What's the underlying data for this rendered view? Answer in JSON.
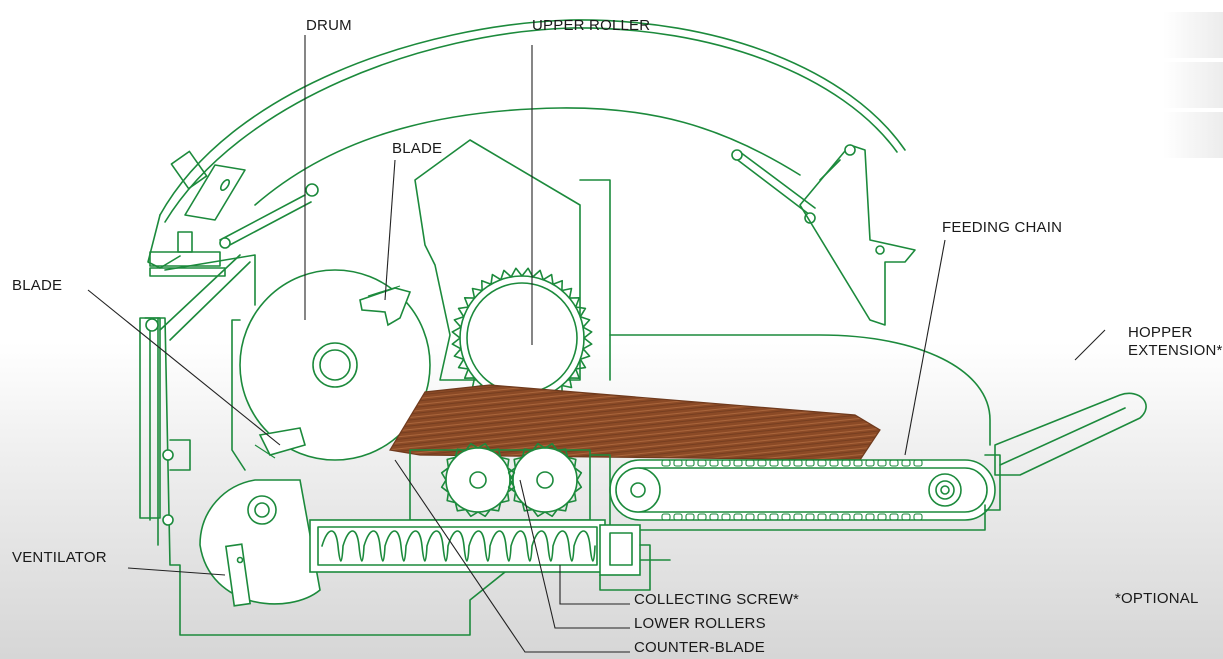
{
  "labels": {
    "drum": "DRUM",
    "upper_roller": "UPPER ROLLER",
    "blade_top": "BLADE",
    "blade_left": "BLADE",
    "feeding_chain": "FEEDING CHAIN",
    "hopper_line1": "HOPPER",
    "hopper_line2": "EXTENSION*",
    "ventilator": "VENTILATOR",
    "collecting_screw": "COLLECTING SCREW*",
    "lower_rollers": "LOWER ROLLERS",
    "counter_blade": "COUNTER-BLADE",
    "optional_note": "*OPTIONAL"
  },
  "colors": {
    "outline": "#1c8a3c",
    "wood": "#8b4a26",
    "wood_grain": "#a9653b",
    "leader": "#222222"
  }
}
